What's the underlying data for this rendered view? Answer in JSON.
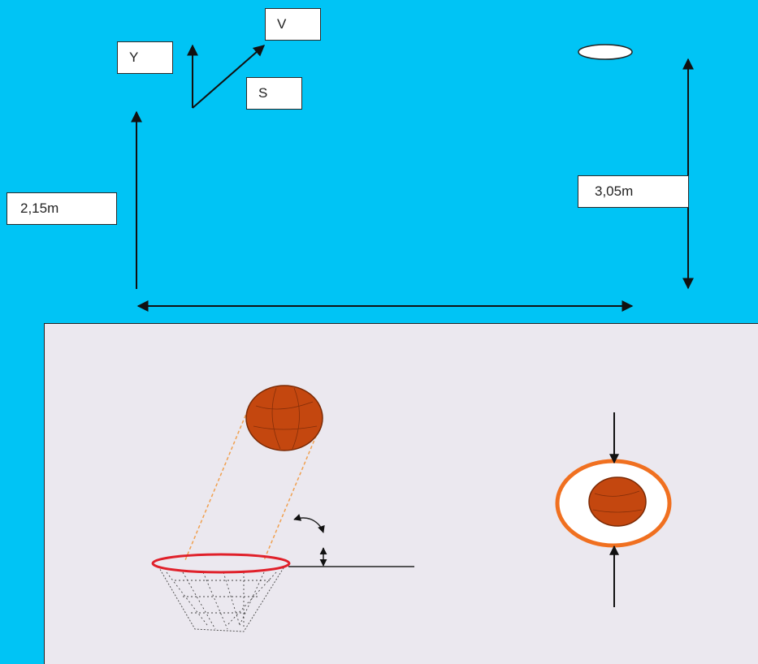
{
  "labels": {
    "y": "Y",
    "v": "V",
    "s": "S",
    "release_height": "2,15m",
    "hoop_height": "3,05m"
  },
  "colors": {
    "sky": "#00c4f5",
    "panel": "#ebe8ef",
    "ball": "#c4470f",
    "rim_red": "#e0202a",
    "rim_orange": "#f07020",
    "trajectory": "#f0a050"
  },
  "icons": {
    "ball": "basketball-icon",
    "hoop": "basketball-hoop-icon",
    "rotate": "rotation-arrow-icon",
    "height": "double-vertical-arrow-icon"
  }
}
